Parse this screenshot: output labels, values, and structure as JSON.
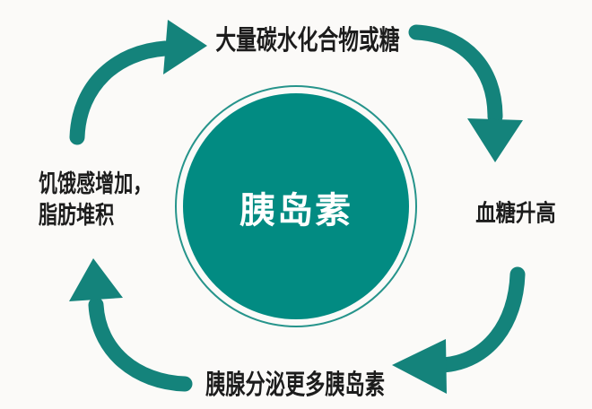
{
  "diagram": {
    "title_implicit": "insulin-cycle",
    "center": {
      "label": "胰岛素"
    },
    "nodes": {
      "top": {
        "label": "大量碳水化合物或糖"
      },
      "right": {
        "label": "血糖升高"
      },
      "bottom": {
        "label": "胰腺分泌更多胰岛素"
      },
      "left": {
        "line1": "饥饿感增加，",
        "line2": "脂肪堆积"
      }
    },
    "flow": [
      "大量碳水化合物或糖",
      "血糖升高",
      "胰腺分泌更多胰岛素",
      "饥饿感增加，脂肪堆积"
    ]
  },
  "colors": {
    "arrow": "#14837b",
    "circle": "#028b82",
    "ring": "#26948b",
    "text": "#1c1c1c",
    "center_text": "#ffffff",
    "background": "#fbfaf8"
  }
}
